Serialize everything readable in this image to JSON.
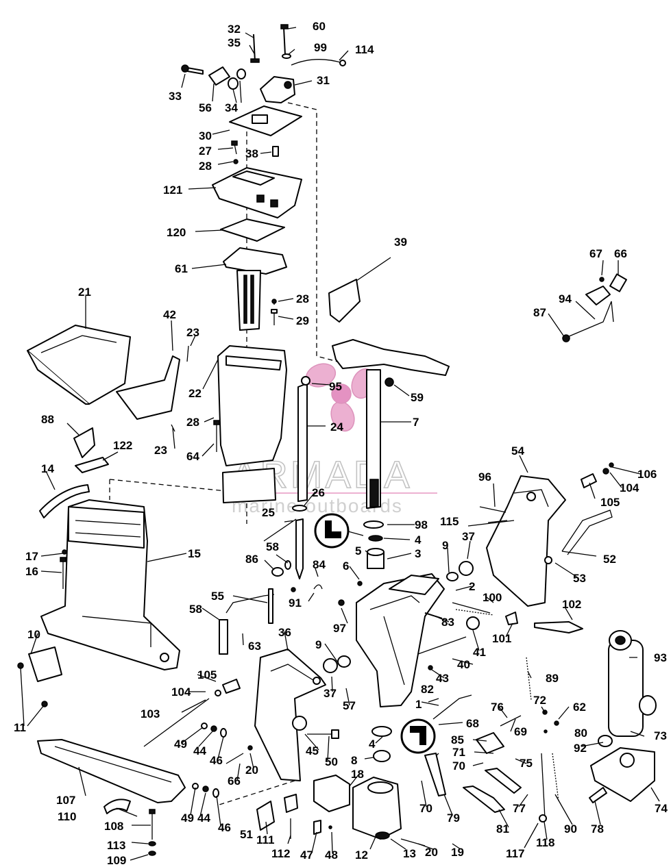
{
  "watermark": {
    "brand": "ARMADA",
    "tagline": "marine outboards",
    "accent": "#e9a3c9"
  },
  "labels": {
    "l32": "32",
    "l60": "60",
    "l35": "35",
    "l99": "99",
    "l114": "114",
    "l33": "33",
    "l31": "31",
    "l56": "56",
    "l34": "34",
    "l30": "30",
    "l27": "27",
    "l38": "38",
    "l28a": "28",
    "l121": "121",
    "l120": "120",
    "l39": "39",
    "l61": "61",
    "l67": "67",
    "l66": "66",
    "l28b": "28",
    "l94": "94",
    "l29": "29",
    "l87": "87",
    "l21": "21",
    "l42": "42",
    "l23a": "23",
    "l22": "22",
    "l95": "95",
    "l59": "59",
    "l7": "7",
    "l24": "24",
    "l28c": "28",
    "l64": "64",
    "l23b": "23",
    "l88": "88",
    "l122": "122",
    "l54": "54",
    "l14": "14",
    "l106": "106",
    "l96": "96",
    "l104a": "104",
    "l26": "26",
    "l105a": "105",
    "l25": "25",
    "l115": "115",
    "l98": "98",
    "l37a": "37",
    "l4a": "4",
    "l15": "15",
    "l17": "17",
    "l58a": "58",
    "l5": "5",
    "l3": "3",
    "l9a": "9",
    "l52": "52",
    "l16": "16",
    "l86": "86",
    "l84": "84",
    "l6": "6",
    "l53": "53",
    "l2": "2",
    "l91": "91",
    "l55": "55",
    "l100": "100",
    "l102": "102",
    "l58b": "58",
    "l97": "97",
    "l83": "83",
    "l41": "41",
    "l101": "101",
    "l10": "10",
    "l63": "63",
    "l36": "36",
    "l9b": "9",
    "l40": "40",
    "l93": "93",
    "l89": "89",
    "l43": "43",
    "l105b": "105",
    "l104b": "104",
    "l37b": "37",
    "l57": "57",
    "l82": "82",
    "l11": "11",
    "l1": "1",
    "l76": "76",
    "l72": "72",
    "l62": "62",
    "l103": "103",
    "l68": "68",
    "l69": "69",
    "l80": "80",
    "l49a": "49",
    "l73": "73",
    "l44a": "44",
    "l4b": "4",
    "l85": "85",
    "l45": "45",
    "l50": "50",
    "l92": "92",
    "l46a": "46",
    "l8": "8",
    "l71": "71",
    "l75": "75",
    "l70a": "70",
    "l66b": "66",
    "l20a": "20",
    "l18": "18",
    "l107": "107",
    "l77": "77",
    "l110": "110",
    "l49b": "49",
    "l44b": "44",
    "l70b": "70",
    "l79": "79",
    "l74": "74",
    "l46b": "46",
    "l51": "51",
    "l81": "81",
    "l90": "90",
    "l78": "78",
    "l108": "108",
    "l111": "111",
    "l112": "112",
    "l47": "47",
    "l48": "48",
    "l12": "12",
    "l13": "13",
    "l20b": "20",
    "l19": "19",
    "l117": "117",
    "l118": "118",
    "l113": "113",
    "l109": "109"
  }
}
